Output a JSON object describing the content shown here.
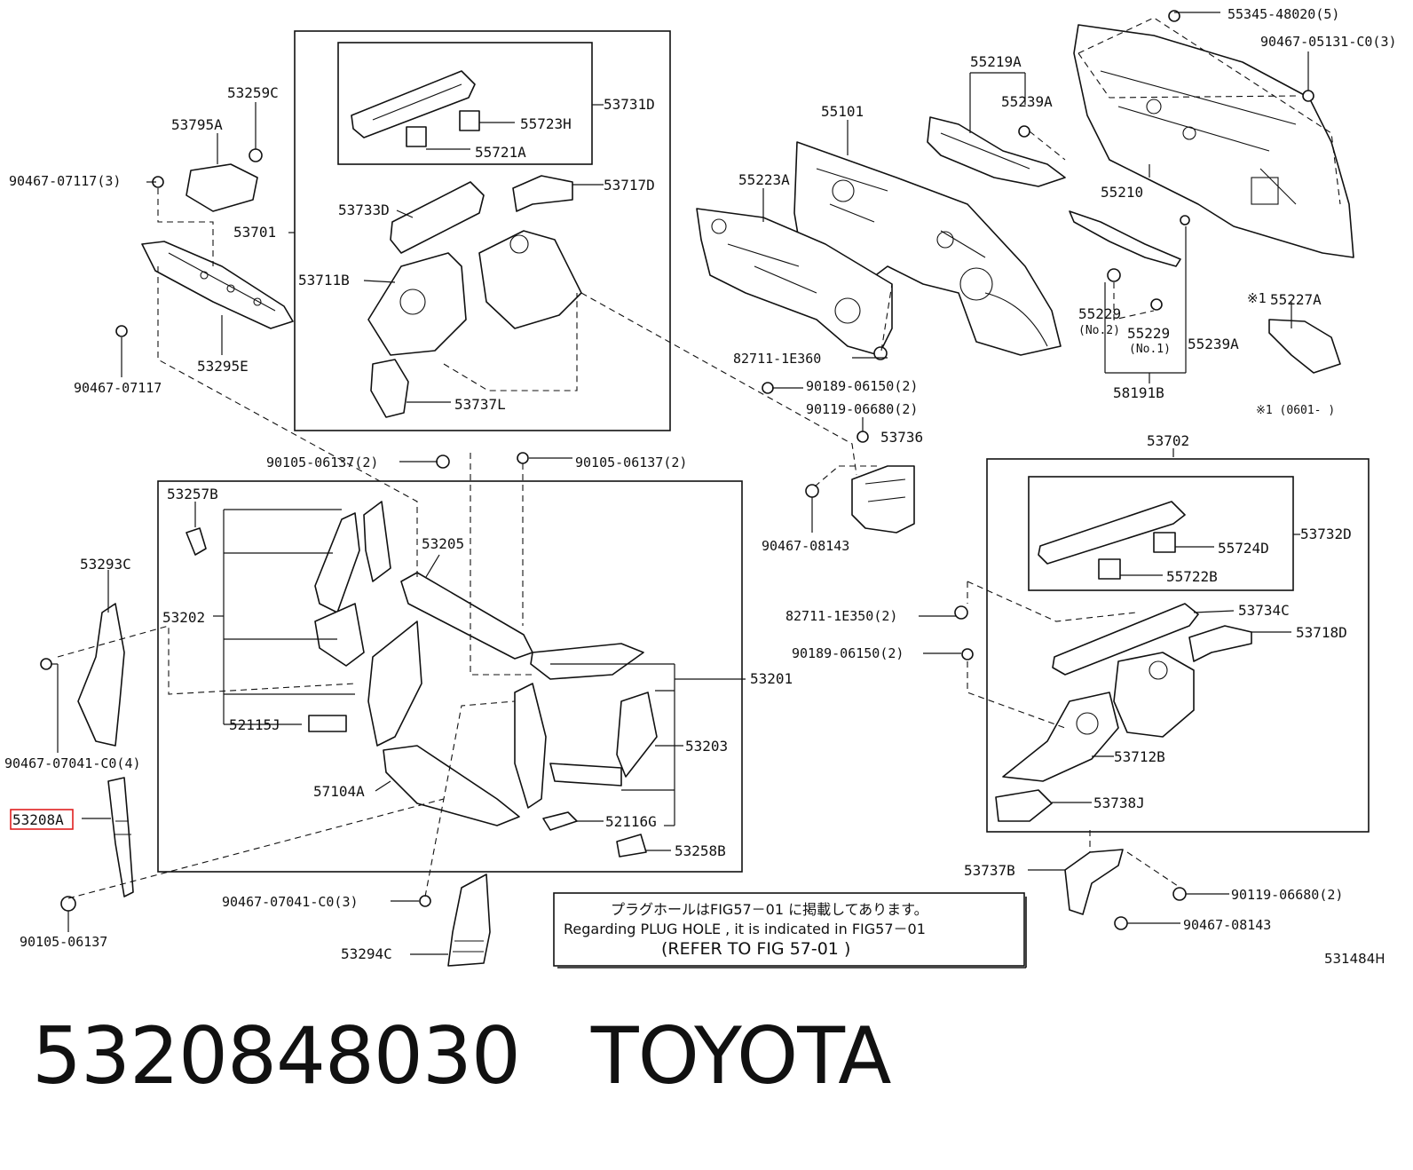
{
  "diagram_code": "531484H",
  "note": {
    "jp": "プラグホールはFIG57－01 に掲載してあります。",
    "en": "Regarding  PLUG HOLE , it is indicated  in  FIG57－01",
    "ref": "(REFER TO FIG  57-01 )"
  },
  "footnote": {
    "mark": "※1",
    "range": "※1 (0601-      )"
  },
  "labels": {
    "p55345": "55345-48020(5)",
    "p90467_05131": "90467-05131-C0(3)",
    "p55219A": "55219A",
    "p55239A_top": "55239A",
    "p55101": "55101",
    "p55223A": "55223A",
    "p55210": "55210",
    "p55227A": "55227A",
    "p55229_no2": "55229",
    "p55229_no2_sub": "(No.2)",
    "p55229_no1": "55229",
    "p55229_no1_sub": "(No.1)",
    "p55239A_bot": "55239A",
    "p58191B": "58191B",
    "p82711_1E360": "82711-1E360",
    "p90189_06150_top": "90189-06150(2)",
    "p90119_06680_top": "90119-06680(2)",
    "p53736": "53736",
    "p90467_08143_mid": "90467-08143",
    "p53259C": "53259C",
    "p53795A": "53795A",
    "p90467_07117_3": "90467-07117(3)",
    "p53701": "53701",
    "p53295E": "53295E",
    "p90467_07117": "90467-07117",
    "p53731D": "53731D",
    "p55723H": "55723H",
    "p55721A": "55721A",
    "p53733D": "53733D",
    "p53717D": "53717D",
    "p53711B": "53711B",
    "p53737L": "53737L",
    "p90105_06137_left": "90105-06137(2)",
    "p90105_06137_right": "90105-06137(2)",
    "p53257B": "53257B",
    "p53205": "53205",
    "p53202": "53202",
    "p52115J": "52115J",
    "p57104A": "57104A",
    "p53201": "53201",
    "p53203": "53203",
    "p52116G": "52116G",
    "p53258B": "53258B",
    "p53293C": "53293C",
    "p90467_07041_4": "90467-07041-C0(4)",
    "p53208A": "53208A",
    "p90105_06137_bot": "90105-06137",
    "p90467_07041_3": "90467-07041-C0(3)",
    "p53294C": "53294C",
    "p53702": "53702",
    "p53732D": "53732D",
    "p55724D": "55724D",
    "p55722B": "55722B",
    "p82711_1E350": "82711-1E350(2)",
    "p53734C": "53734C",
    "p90189_06150_bot": "90189-06150(2)",
    "p53718D": "53718D",
    "p53712B": "53712B",
    "p53738J": "53738J",
    "p53737B": "53737B",
    "p90119_06680_bot": "90119-06680(2)",
    "p90467_08143_bot": "90467-08143"
  },
  "caption": {
    "part_number": "5320848030",
    "brand": "TOYOTA"
  },
  "colors": {
    "line": "#111111",
    "highlight": "#e02020",
    "background": "#ffffff"
  }
}
